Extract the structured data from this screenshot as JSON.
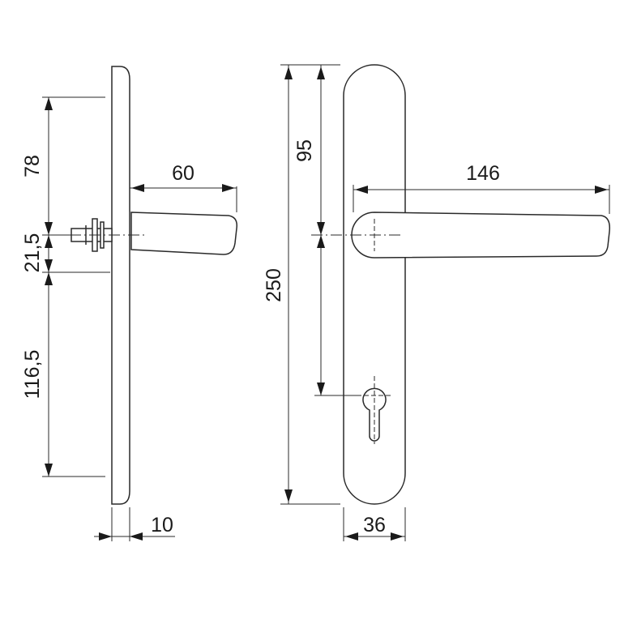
{
  "dimensions": {
    "side_top": "78",
    "side_mid": "21,5",
    "side_bottom": "116,5",
    "lever_depth": "60",
    "plate_thickness": "10",
    "total_height": "250",
    "handle_to_top": "95",
    "lever_length": "146",
    "plate_width": "36"
  },
  "colors": {
    "line": "#2a2a2a",
    "background": "#ffffff"
  }
}
